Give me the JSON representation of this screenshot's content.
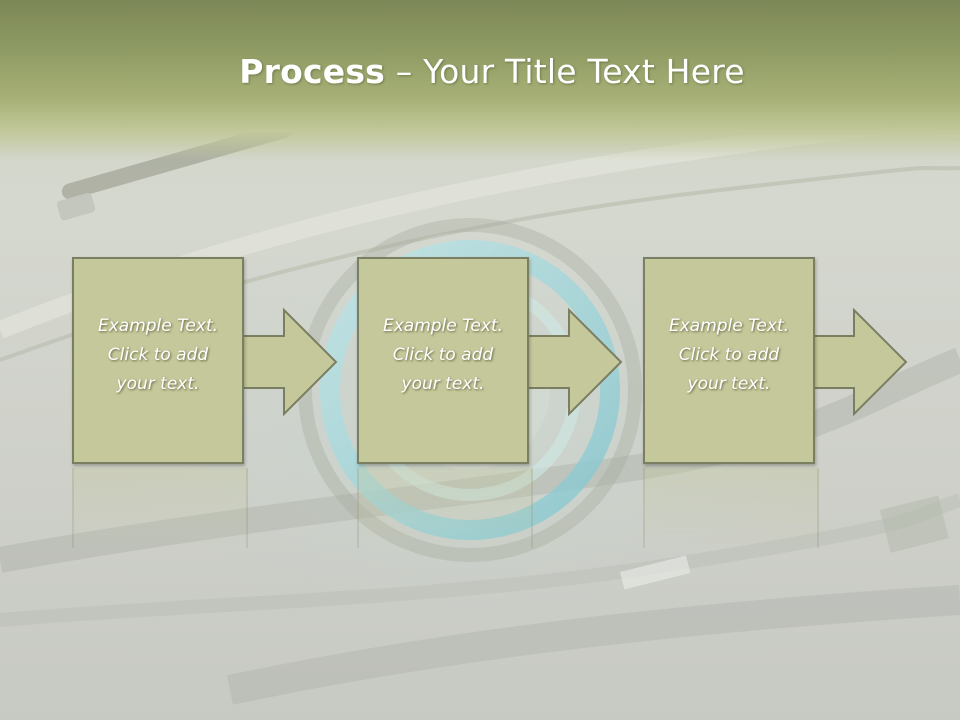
{
  "title": {
    "bold": "Process",
    "rest": " – Your Title Text Here"
  },
  "steps": [
    {
      "text": "Example Text.\nClick  to add\nyour text."
    },
    {
      "text": "Example Text.\nClick  to add\nyour text."
    },
    {
      "text": "Example Text.\nClick  to add\nyour text."
    }
  ],
  "colors": {
    "box_fill": "#c5c89a",
    "box_border": "#7b7f62",
    "title_band": "#8e9a63",
    "text": "#ffffff"
  }
}
